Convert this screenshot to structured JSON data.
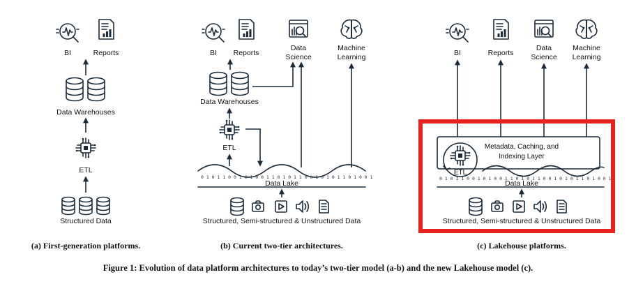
{
  "panel_a": {
    "caption": "(a) First-generation platforms.",
    "bi": "BI",
    "reports": "Reports",
    "warehouses": "Data Warehouses",
    "etl": "ETL",
    "source": "Structured Data"
  },
  "panel_b": {
    "caption": "(b) Current two-tier architectures.",
    "bi": "BI",
    "reports": "Reports",
    "ds1": "Data",
    "ds2": "Science",
    "ml1": "Machine",
    "ml2": "Learning",
    "warehouses": "Data Warehouses",
    "etl": "ETL",
    "lake": "Data Lake",
    "source": "Structured, Semi-structured & Unstructured Data"
  },
  "panel_c": {
    "caption": "(c) Lakehouse platforms.",
    "bi": "BI",
    "reports": "Reports",
    "ds1": "Data",
    "ds2": "Science",
    "ml1": "Machine",
    "ml2": "Learning",
    "meta1": "Metadata, Caching, and",
    "meta2": "Indexing Layer",
    "etl": "ETL",
    "lake": "Data Lake",
    "source": "Structured, Semi-structured & Unstructured Data",
    "highlight_color": "#e8231f"
  },
  "figure_caption": "Figure 1: Evolution of data platform architectures to today’s two-tier model (a-b) and the new Lakehouse model (c).",
  "icons": [
    "bi-search-icon",
    "reports-icon",
    "data-science-icon",
    "machine-learning-brain-icon",
    "database-icon",
    "etl-chip-icon",
    "camera-icon",
    "play-icon",
    "audio-icon",
    "document-icon"
  ],
  "lake_bits": "0 1 0 1 1 0 0 1 0 1 0 0 1 1 0 1 0 1 1 0 0 1 0 1 0 1 1 0 1 0 0 1"
}
